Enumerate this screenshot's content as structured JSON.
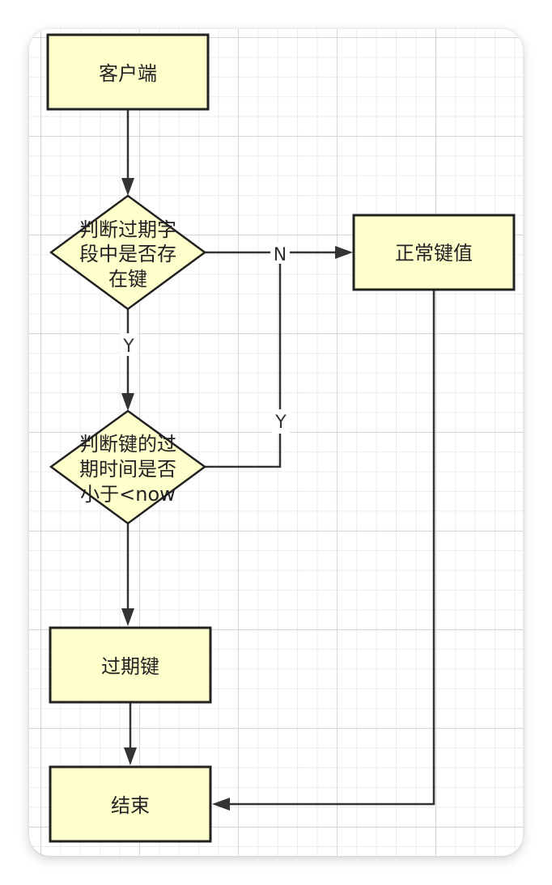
{
  "nodes": {
    "client": {
      "label": "客户端"
    },
    "check_expire_field": {
      "lines": [
        "判断过期字",
        "段中是否存",
        "在键"
      ]
    },
    "normal_key": {
      "label": "正常键值"
    },
    "check_expire_time": {
      "lines": [
        "判断键的过",
        "期时间是否",
        "小于<now"
      ]
    },
    "expired_key": {
      "label": "过期键"
    },
    "end": {
      "label": "结束"
    }
  },
  "edges": {
    "field_no_label": "N",
    "field_yes_label": "Y",
    "time_yes_label": "Y"
  },
  "colors": {
    "node_fill": "#ffffcc",
    "node_stroke": "#222222",
    "edge": "#333333"
  }
}
